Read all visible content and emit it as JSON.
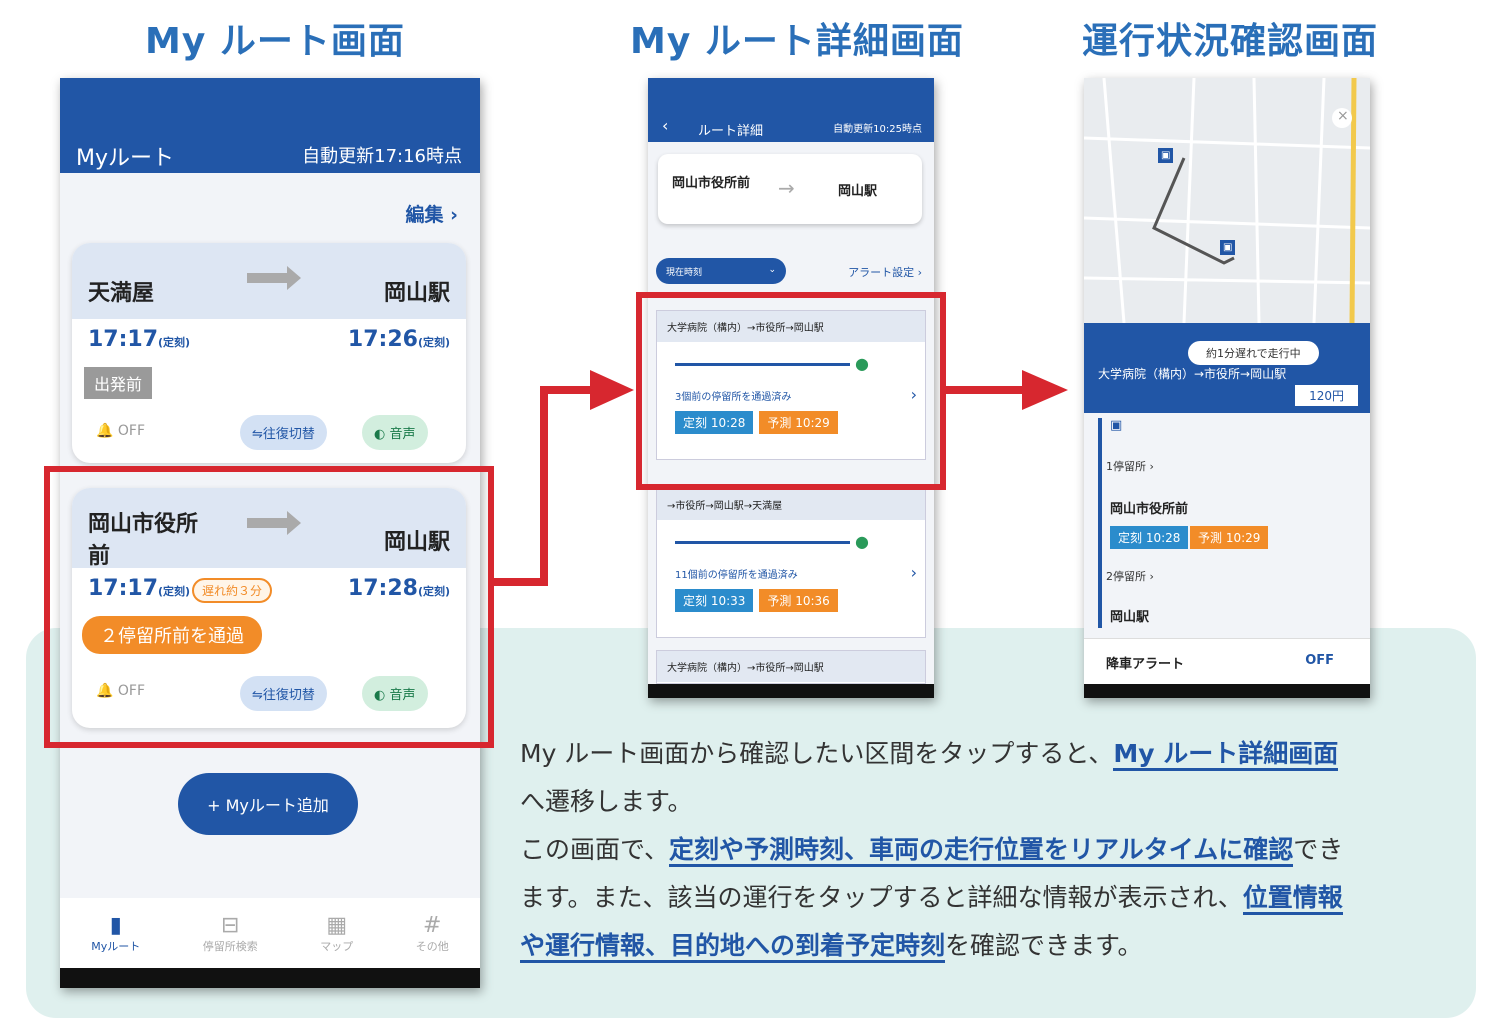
{
  "headings": {
    "h1": "My ルート画面",
    "h2": "My ルート詳細画面",
    "h3": "運行状況確認画面"
  },
  "p1": {
    "title": "Myルート",
    "update": "自動更新17:16時点",
    "edit": "編集 ›",
    "card1": {
      "from": "天満屋",
      "to": "岡山駅",
      "dep": "17:17",
      "arr": "17:26",
      "tag": "(定刻)",
      "status": "出発前",
      "bell": "OFF",
      "swap": "⇋往復切替",
      "voice": "音声"
    },
    "card2": {
      "from": "岡山市役所前",
      "to": "岡山駅",
      "dep": "17:17",
      "arr": "17:28",
      "tag": "(定刻)",
      "late": "遅れ約３分",
      "passing": "２停留所前を通過",
      "bell": "OFF",
      "swap": "⇋往復切替",
      "voice": "音声"
    },
    "add": "+ Myルート追加",
    "tabs": [
      "Myルート",
      "停留所検索",
      "マップ",
      "その他"
    ]
  },
  "p2": {
    "back": "‹",
    "title": "ルート詳細",
    "update": "自動更新10:25時点",
    "from": "岡山市役所前",
    "to": "岡山駅",
    "select": "現在時刻",
    "alert": "アラート設定 ›",
    "trip1": {
      "route": "大学病院（構内）→市役所→岡山駅",
      "passed": "3個前の停留所を通過済み",
      "sched": "定刻 10:28",
      "pred": "予測 10:29"
    },
    "trip2": {
      "route": "→市役所→岡山駅→天満屋",
      "passed": "11個前の停留所を通過済み",
      "sched": "定刻 10:33",
      "pred": "予測 10:36"
    },
    "trip3": {
      "route": "大学病院（構内）→市役所→岡山駅"
    }
  },
  "p3": {
    "delay": "約1分遅れで走行中",
    "route": "大学病院（構内）→市役所→岡山駅",
    "fare": "120円",
    "stops1": "1停留所 ›",
    "stop_a": "岡山市役所前",
    "sched": "定刻 10:28",
    "pred": "予測 10:29",
    "stops2": "2停留所 ›",
    "stop_b": "岡山駅",
    "alert": "降車アラート",
    "alert_val": "OFF"
  },
  "caption": {
    "c1": "My ルート画面から確認したい区間をタップすると、",
    "c1h": "My ルート詳細画面",
    "c2": "へ遷移します。",
    "c3": "この画面で、",
    "c3h": "定刻や予測時刻、車両の走行位置をリアルタイムに確認",
    "c3b": "でき",
    "c4": "ます。また、該当の運行をタップすると詳細な情報が表示され、",
    "c4h": "位置情報",
    "c5h": "や運行情報、目的地への到着予定時刻",
    "c5": "を確認できます。"
  },
  "colors": {
    "brand": "#2156a6",
    "accent_red": "#d7272f",
    "orange": "#f28c28"
  }
}
